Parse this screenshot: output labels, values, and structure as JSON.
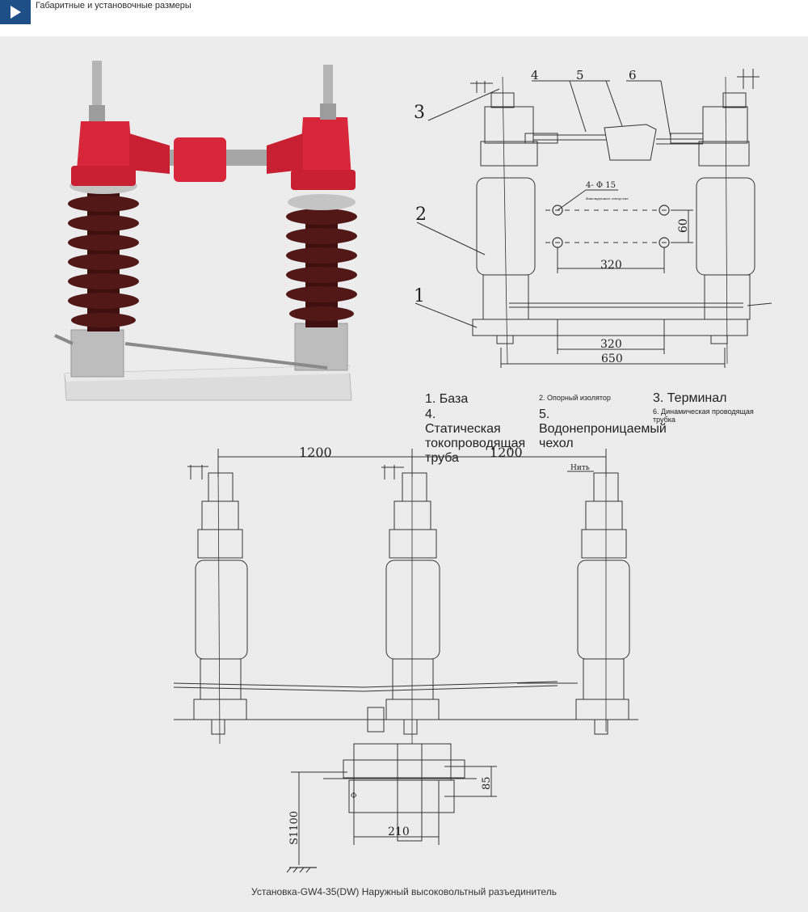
{
  "header": {
    "title": "Габаритные и установочные размеры",
    "icon": "play-icon",
    "accent": "#1e4f86"
  },
  "top_drawing": {
    "callouts": [
      "1",
      "2",
      "3",
      "4",
      "5",
      "6"
    ],
    "hole_label": "4- Φ 15",
    "hole_note": "Фиксирующее отверстие",
    "dims": {
      "hole_spacing_v": "60",
      "hole_spacing_h": "320",
      "base_inner": "320",
      "base_total": "650"
    }
  },
  "legend": {
    "item1": "1. База",
    "item2": "2. Опорный изолятор",
    "item3": "3. Терминал",
    "item4": "4. Статическая токопроводящая труба",
    "item5": "5. Водонепроницаемый чехол",
    "item6": "6. Динамическая проводящая трубка"
  },
  "bottom_drawing": {
    "dims": {
      "spacing_left": "1200",
      "spacing_right": "1200",
      "height": "S1100",
      "bracket_v": "85",
      "bracket_w": "210"
    },
    "tag": "Нить",
    "phi": "Φ"
  },
  "caption": "Установка-GW4-35(DW) Наружный высоковольтный разъединитель",
  "colors": {
    "insulator": "#4a1414",
    "head": "#d8263a",
    "panel": "#ececec",
    "line": "#333333"
  }
}
